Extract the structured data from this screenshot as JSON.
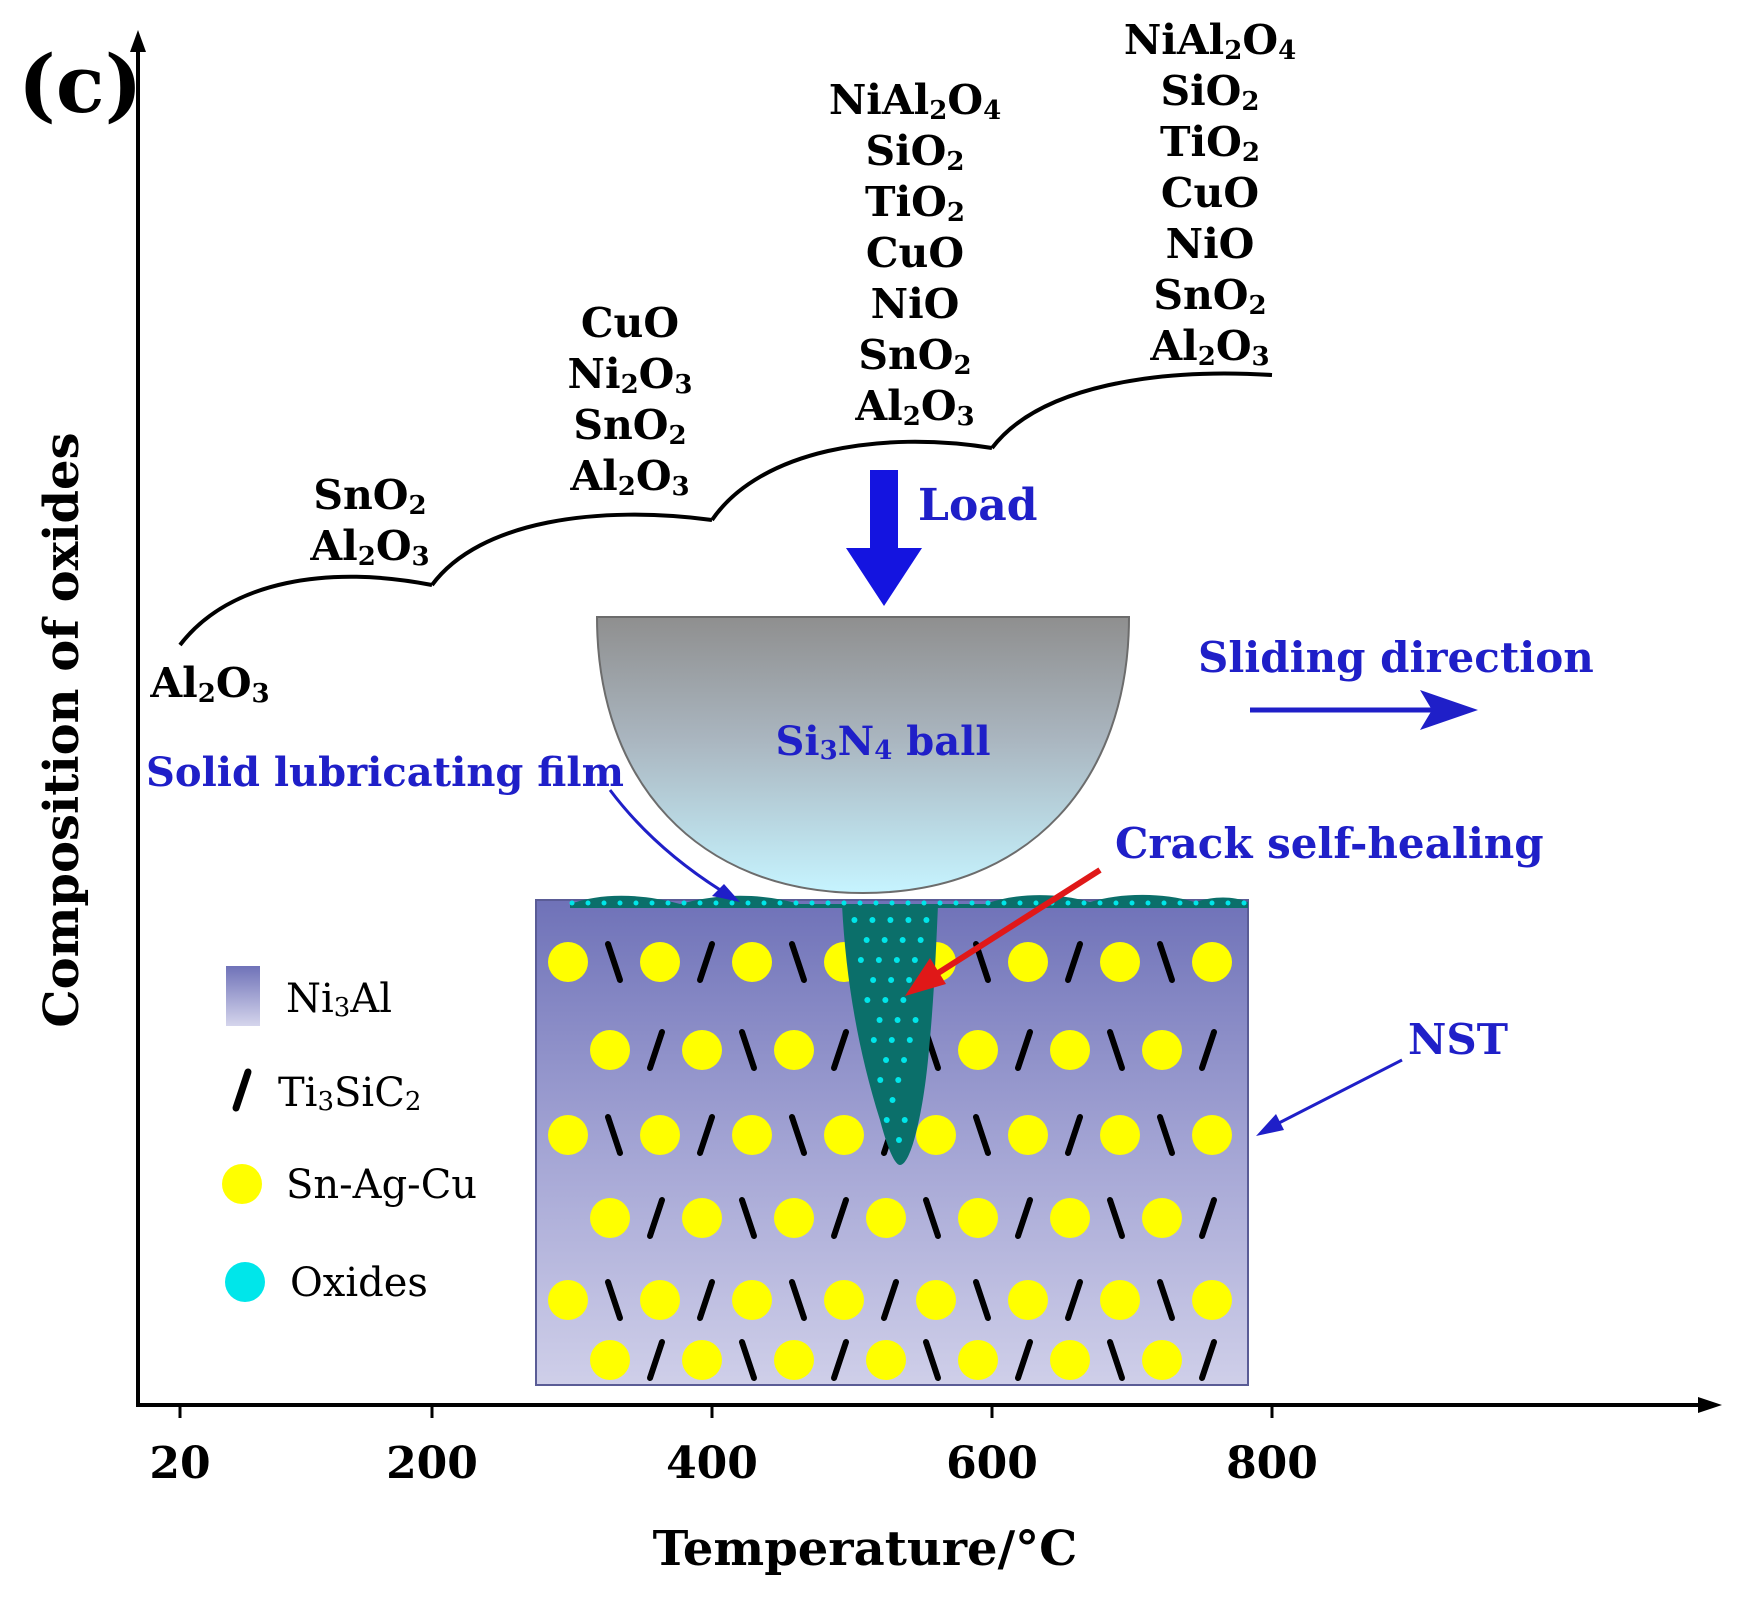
{
  "panel_label": "(c)",
  "y_axis_label": "Composition of oxides",
  "x_axis_label": "Temperature/°C",
  "x_ticks": [
    "20",
    "200",
    "400",
    "600",
    "800"
  ],
  "oxide_groups": [
    {
      "temperature": "20",
      "items": [
        {
          "b": "Al",
          "s": "2",
          "c": "O",
          "s2": "3"
        }
      ]
    },
    {
      "temperature": "200",
      "items": [
        {
          "b": "SnO",
          "s": "2"
        },
        {
          "b": "Al",
          "s": "2",
          "c": "O",
          "s2": "3"
        }
      ]
    },
    {
      "temperature": "400",
      "items": [
        {
          "b": "CuO"
        },
        {
          "b": "Ni",
          "s": "2",
          "c": "O",
          "s2": "3"
        },
        {
          "b": "SnO",
          "s": "2"
        },
        {
          "b": "Al",
          "s": "2",
          "c": "O",
          "s2": "3"
        }
      ]
    },
    {
      "temperature": "600",
      "items": [
        {
          "b": "NiAl",
          "s": "2",
          "c": "O",
          "s2": "4"
        },
        {
          "b": "SiO",
          "s": "2"
        },
        {
          "b": "TiO",
          "s": "2"
        },
        {
          "b": "CuO"
        },
        {
          "b": "NiO"
        },
        {
          "b": "SnO",
          "s": "2"
        },
        {
          "b": "Al",
          "s": "2",
          "c": "O",
          "s2": "3"
        }
      ]
    },
    {
      "temperature": "800",
      "items": [
        {
          "b": "NiAl",
          "s": "2",
          "c": "O",
          "s2": "4"
        },
        {
          "b": "SiO",
          "s": "2"
        },
        {
          "b": "TiO",
          "s": "2"
        },
        {
          "b": "CuO"
        },
        {
          "b": "NiO"
        },
        {
          "b": "SnO",
          "s": "2"
        },
        {
          "b": "Al",
          "s": "2",
          "c": "O",
          "s2": "3"
        }
      ]
    }
  ],
  "annotations": {
    "load": "Load",
    "sliding_direction": "Sliding direction",
    "ball_label": {
      "b": "Si",
      "s": "3",
      "c": "N",
      "s2": "4",
      "d": " ball"
    },
    "solid_film": "Solid lubricating film",
    "crack_healing": "Crack self-healing",
    "nst": "NST"
  },
  "legend": [
    {
      "key": "ni3al",
      "label": {
        "b": "Ni",
        "s": "3",
        "c": "Al"
      }
    },
    {
      "key": "ti3sic2",
      "label": {
        "b": "Ti",
        "s": "3",
        "c": "SiC",
        "s2": "2"
      }
    },
    {
      "key": "snagcu",
      "label": {
        "b": "Sn-Ag-Cu"
      }
    },
    {
      "key": "oxides",
      "label": {
        "b": "Oxides"
      }
    }
  ],
  "colors": {
    "annotation_blue": "#1f1fc8",
    "crack_arrow": "#e01818",
    "snagcu_yellow": "#ffff00",
    "oxide_cyan": "#00e6ea",
    "film_teal": "#0b6f6a",
    "matrix_top": "#6f72b8",
    "matrix_bottom": "#c9c9e6",
    "ball_top": "#8f8f8f",
    "ball_bottom": "#bff0ff"
  }
}
